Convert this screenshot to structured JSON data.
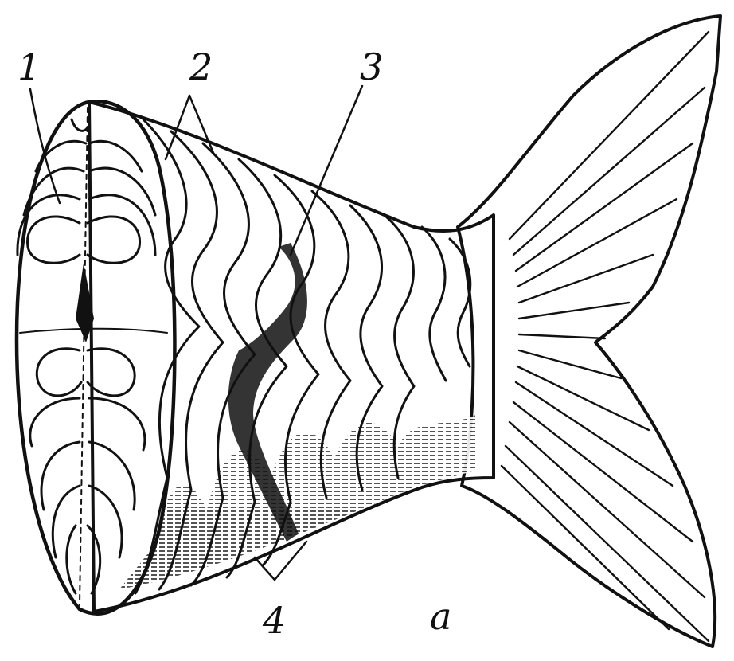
{
  "figure": {
    "panel_label": "a",
    "callouts": [
      {
        "id": "1",
        "text": "1"
      },
      {
        "id": "2",
        "text": "2"
      },
      {
        "id": "3",
        "text": "3"
      },
      {
        "id": "4",
        "text": "4"
      }
    ],
    "colors": {
      "ink": "#111111",
      "paper": "#ffffff"
    }
  }
}
